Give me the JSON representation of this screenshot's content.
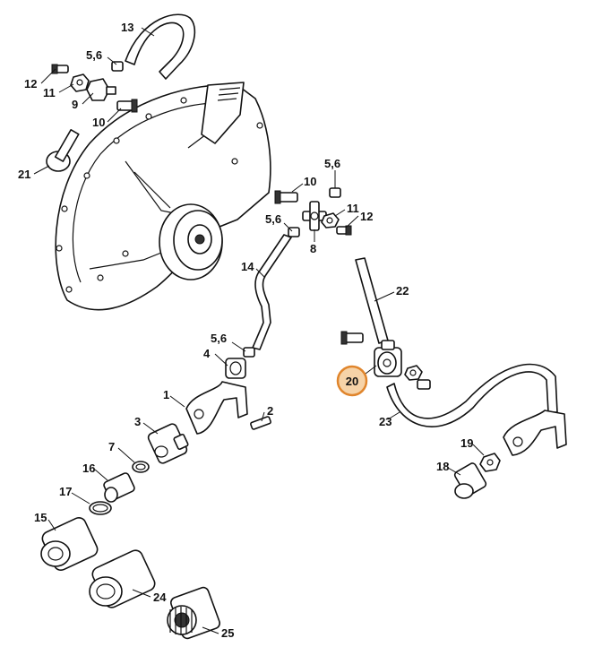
{
  "callouts": [
    {
      "id": "13",
      "text": "13"
    },
    {
      "id": "5_6_a",
      "text": "5,6"
    },
    {
      "id": "12_a",
      "text": "12"
    },
    {
      "id": "11_a",
      "text": "11"
    },
    {
      "id": "9",
      "text": "9"
    },
    {
      "id": "10_a",
      "text": "10"
    },
    {
      "id": "21",
      "text": "21"
    },
    {
      "id": "5_6_b",
      "text": "5,6"
    },
    {
      "id": "10_b",
      "text": "10"
    },
    {
      "id": "5_6_c",
      "text": "5,6"
    },
    {
      "id": "11_b",
      "text": "11"
    },
    {
      "id": "12_b",
      "text": "12"
    },
    {
      "id": "8",
      "text": "8"
    },
    {
      "id": "14",
      "text": "14"
    },
    {
      "id": "22",
      "text": "22"
    },
    {
      "id": "5_6_d",
      "text": "5,6"
    },
    {
      "id": "4",
      "text": "4"
    },
    {
      "id": "20",
      "text": "20",
      "highlighted": true
    },
    {
      "id": "1",
      "text": "1"
    },
    {
      "id": "2",
      "text": "2"
    },
    {
      "id": "23",
      "text": "23"
    },
    {
      "id": "3",
      "text": "3"
    },
    {
      "id": "19",
      "text": "19"
    },
    {
      "id": "7",
      "text": "7"
    },
    {
      "id": "18",
      "text": "18"
    },
    {
      "id": "16",
      "text": "16"
    },
    {
      "id": "17",
      "text": "17"
    },
    {
      "id": "15",
      "text": "15"
    },
    {
      "id": "24",
      "text": "24"
    },
    {
      "id": "25",
      "text": "25"
    }
  ],
  "colors": {
    "highlight_fill": "#f6d3a8",
    "highlight_stroke": "#e0852c",
    "line": "#111111"
  }
}
